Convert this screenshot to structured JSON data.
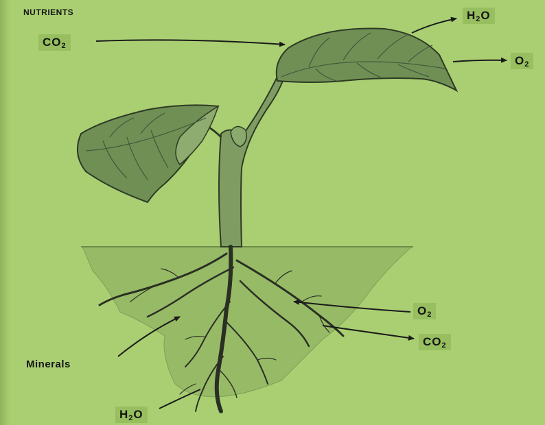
{
  "title": "NUTRIENTS",
  "labels": {
    "co2_air": {
      "base": "CO",
      "sub": "2"
    },
    "h2o_top": {
      "base": "H",
      "sub": "2",
      "tail": "O"
    },
    "o2_top": {
      "base": "O",
      "sub": "2"
    },
    "o2_soil": {
      "base": "O",
      "sub": "2"
    },
    "co2_soil": {
      "base": "CO",
      "sub": "2"
    },
    "minerals": "Minerals",
    "h2o_bottom": {
      "base": "H",
      "sub": "2",
      "tail": "O"
    }
  },
  "colors": {
    "background": "#a9cf72",
    "label_box": "#97bf5f",
    "leaf": "#6f8f55",
    "stem": "#7f9d62",
    "soil": "#97ba66",
    "outline": "#2e3a24"
  }
}
